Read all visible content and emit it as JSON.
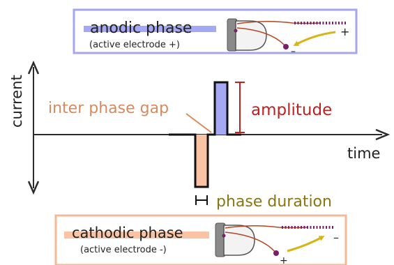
{
  "axes": {
    "y_label": "current",
    "x_label": "time"
  },
  "annotations": {
    "inter_phase_gap": "inter phase gap",
    "amplitude": "amplitude",
    "phase_duration": "phase duration"
  },
  "anodic_box": {
    "title": "anodic phase",
    "subtitle": "(active electrode +)",
    "plus_sign": "+",
    "minus_sign": "–"
  },
  "cathodic_box": {
    "title": "cathodic phase",
    "subtitle": "(active electrode -)",
    "minus_sign": "–",
    "plus_sign": "+"
  },
  "colors": {
    "anodic_fill": "#a5a8f2",
    "anodic_border": "#a6a6ec",
    "cathodic_fill": "#f9c3a4",
    "cathodic_border": "#f6b894",
    "amplitude": "#c0201f",
    "inter_phase_gap": "#d88a5e",
    "phase_duration": "#8a7510",
    "axis": "#2b2b2b",
    "wire": "#b5451f",
    "electrode_array": "#7a1d6a",
    "arrow": "#d8b417"
  }
}
